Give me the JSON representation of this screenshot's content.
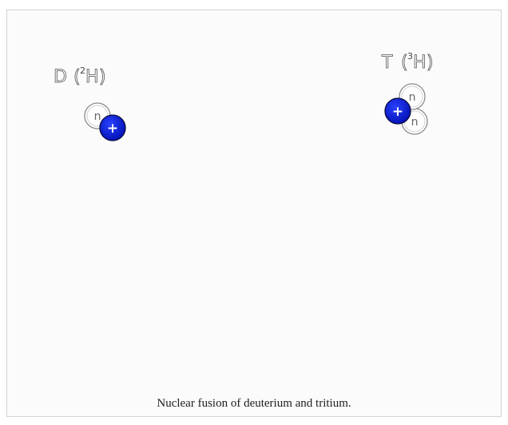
{
  "diagram": {
    "deuterium": {
      "symbol": "D",
      "isotope_mass": "2",
      "isotope_element": "H",
      "neutron_label": "n",
      "proton_label": "+"
    },
    "tritium": {
      "symbol": "T",
      "isotope_mass": "3",
      "isotope_element": "H",
      "neutron_label": "n",
      "proton_label": "+"
    }
  },
  "caption": "Nuclear fusion of deuterium and tritium.",
  "colors": {
    "proton": "#0a1fd6",
    "neutron_stroke": "#888888",
    "frame_border": "#d3d3d3"
  }
}
